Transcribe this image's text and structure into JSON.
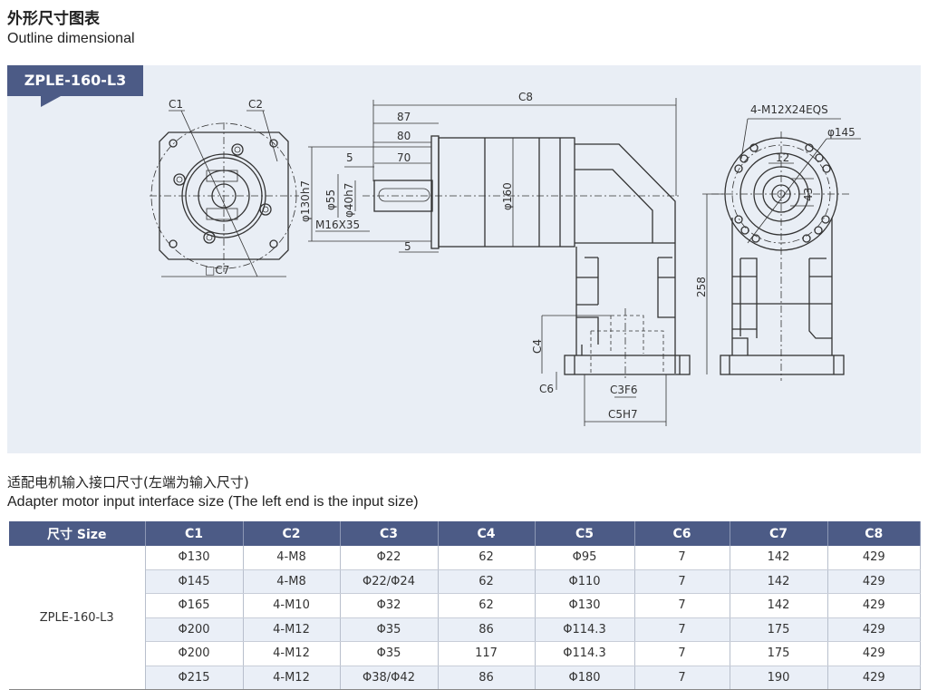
{
  "header": {
    "title_cn": "外形尺寸图表",
    "title_en": "Outline dimensional"
  },
  "drawing": {
    "model_tag": "ZPLE-160-L3",
    "labels": {
      "c1": "C1",
      "c2": "C2",
      "c7": "□C7",
      "c8": "C8",
      "d87": "87",
      "d80": "80",
      "d70": "70",
      "d5a": "5",
      "d5b": "5",
      "phi130": "φ130h7",
      "phi55": "φ55",
      "phi40": "φ40h7",
      "m16": "M16X35",
      "phi160": "φ160",
      "bolt": "4-M12X24EQS",
      "phi145": "φ145",
      "d12": "12",
      "d43": "43",
      "d258": "258",
      "c4": "C4",
      "c6": "C6",
      "c3": "C3F6",
      "c5": "C5H7"
    }
  },
  "section": {
    "title_cn": "适配电机输入接口尺寸(左端为输入尺寸)",
    "title_en": "Adapter motor input interface size (The left end is the input size)"
  },
  "table": {
    "headers": [
      "尺寸 Size",
      "C1",
      "C2",
      "C3",
      "C4",
      "C5",
      "C6",
      "C7",
      "C8"
    ],
    "size": "ZPLE-160-L3",
    "rows": [
      [
        "Φ130",
        "4-M8",
        "Φ22",
        "62",
        "Φ95",
        "7",
        "142",
        "429"
      ],
      [
        "Φ145",
        "4-M8",
        "Φ22/Φ24",
        "62",
        "Φ110",
        "7",
        "142",
        "429"
      ],
      [
        "Φ165",
        "4-M10",
        "Φ32",
        "62",
        "Φ130",
        "7",
        "142",
        "429"
      ],
      [
        "Φ200",
        "4-M12",
        "Φ35",
        "86",
        "Φ114.3",
        "7",
        "175",
        "429"
      ],
      [
        "Φ200",
        "4-M12",
        "Φ35",
        "117",
        "Φ114.3",
        "7",
        "175",
        "429"
      ],
      [
        "Φ215",
        "4-M12",
        "Φ38/Φ42",
        "86",
        "Φ180",
        "7",
        "190",
        "429"
      ]
    ]
  }
}
